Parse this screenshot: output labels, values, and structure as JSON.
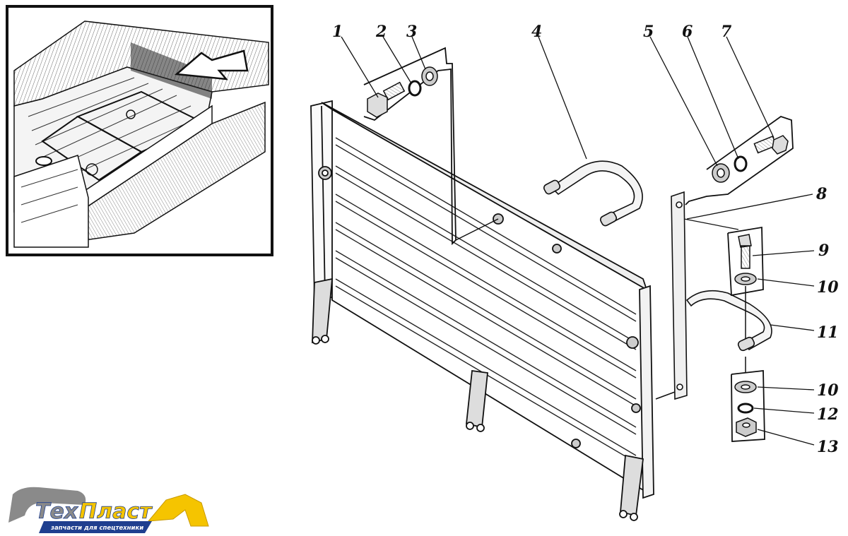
{
  "labels": [
    "1",
    "2",
    "3",
    "4",
    "5",
    "6",
    "7",
    "8",
    "9",
    "10",
    "11",
    "10",
    "12",
    "13"
  ],
  "logo": {
    "name_part1": "Тех",
    "name_part2": "Пласт",
    "tagline": "запчасти для спецтехники"
  },
  "colors": {
    "ink": "#111111",
    "logo_gray": "#8a8a8a",
    "logo_yellow": "#f5c400",
    "logo_blue": "#1f3f8f"
  }
}
